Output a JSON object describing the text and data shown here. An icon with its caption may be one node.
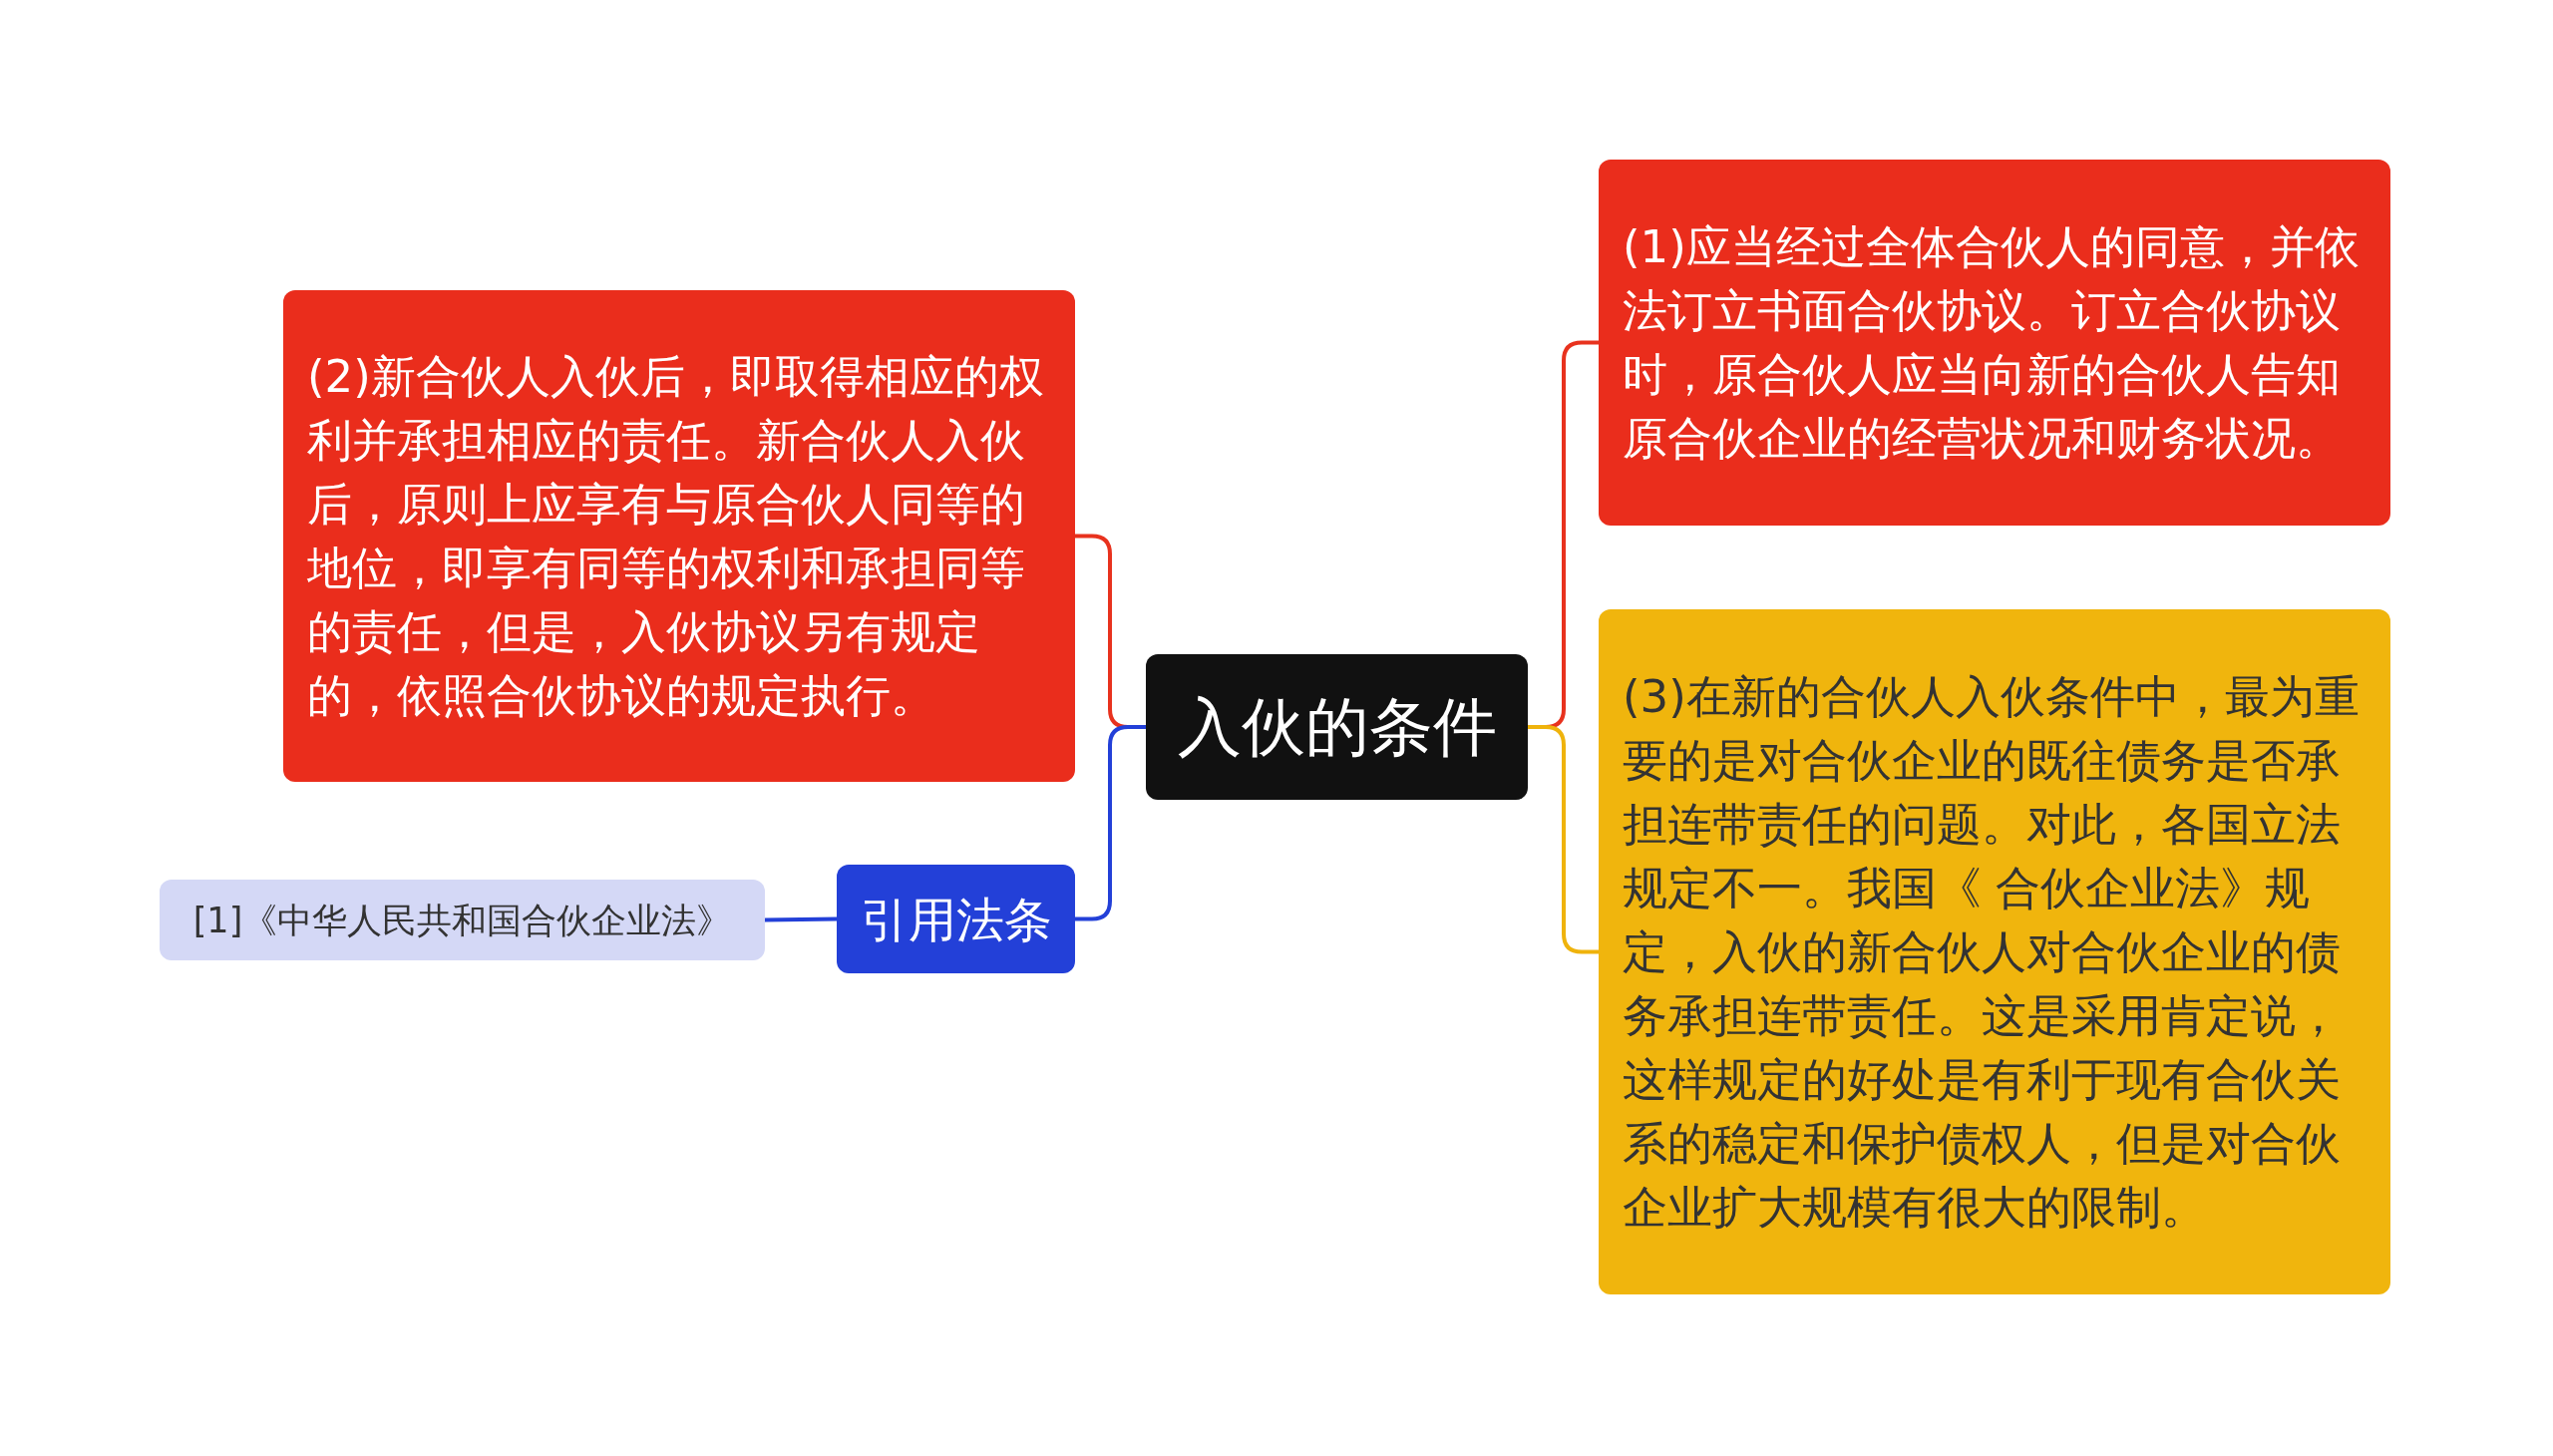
{
  "diagram": {
    "nodes": [
      {
        "text": [
          "入伙的条件"
        ]
      },
      {
        "text": [
          "(1)应当经过全体合伙人的同意，并依法订立书面合伙协议。订立合伙协议时，原合伙人应当向新的合伙人告知原合伙企业的经营状况和财务状况。"
        ]
      },
      {
        "text": [
          "(3)在新的合伙人入伙条件中，最为重要的是对合伙企业的既往债务是否承担连带责任的问题。对此，各国立法规定不一。我国《 合伙企业法》规定，入伙的新合伙人对合伙企业的债务承担连带责任。这是采用肯定说，这样规定的好处是有利于现有合伙关系的稳定和保护债权人，但是对合伙企业扩大规模有很大的限制。"
        ]
      },
      {
        "text": [
          "(2)新合伙人入伙后，即取得相应的权利并承担相应的责任。新合伙人入伙后，原则上应享有与原合伙人同等的地位，即享有同等的权利和承担同等的责任，但是，入伙协议另有规定的，依照合伙协议的规定执行。"
        ]
      },
      {
        "text": [
          "引用法条"
        ]
      },
      {
        "text": [
          "[1]《中华人民共和国合伙企业法》"
        ]
      }
    ],
    "edges": [
      {
        "from": 0,
        "to": 1,
        "arrow": "none",
        "color": "#e8321e"
      },
      {
        "from": 0,
        "to": 2,
        "arrow": "none",
        "color": "#efb30c"
      },
      {
        "from": 0,
        "to": 3,
        "arrow": "none",
        "color": "#e8321e"
      },
      {
        "from": 0,
        "to": 4,
        "arrow": "none",
        "color": "#2340d8"
      },
      {
        "from": 4,
        "to": 5,
        "arrow": "none",
        "color": "#2340d8"
      }
    ]
  }
}
